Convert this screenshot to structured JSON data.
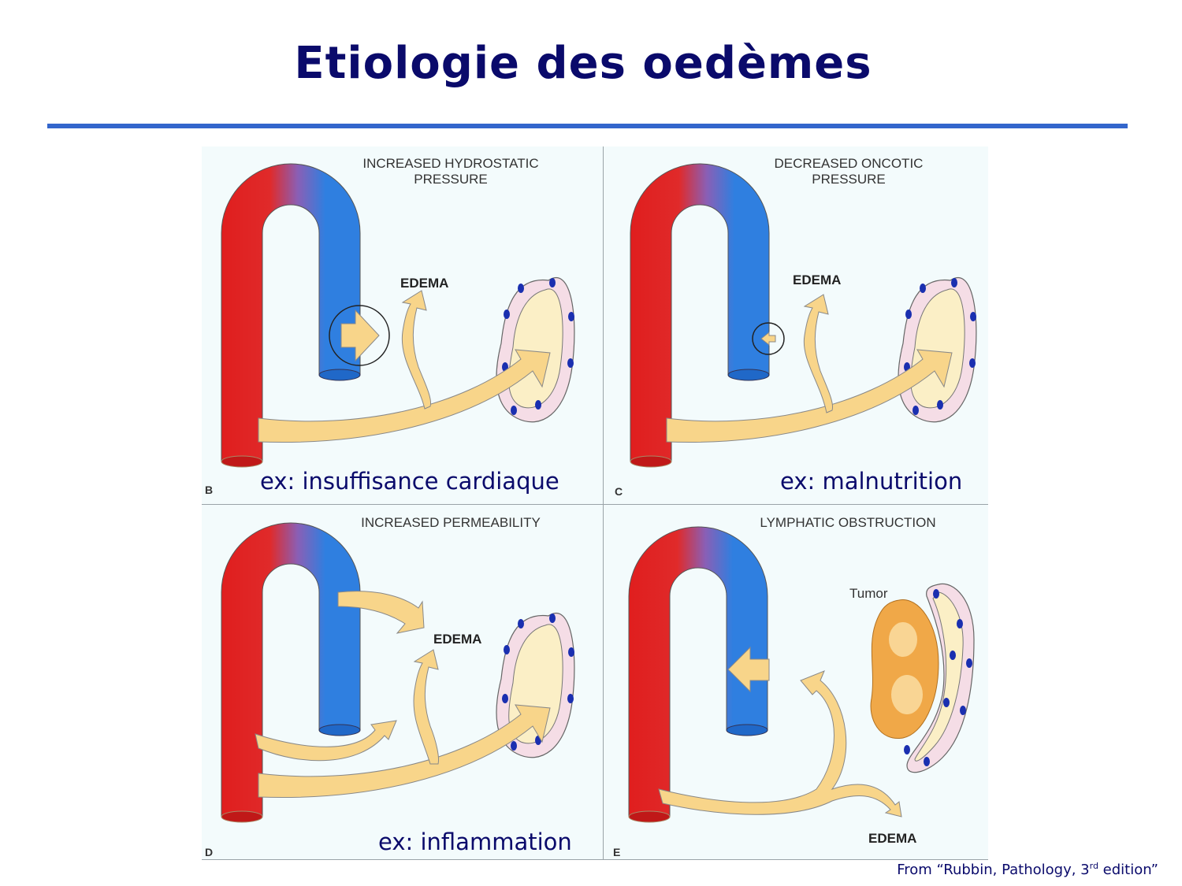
{
  "slide": {
    "title": "Etiologie des oedèmes",
    "rule_color": "#3366cc",
    "title_color": "#0a0a6b"
  },
  "panels": [
    {
      "letter": "B",
      "title_line1": "INCREASED HYDROSTATIC",
      "title_line2": "PRESSURE",
      "edema_label": "EDEMA",
      "example": "ex: insuffisance cardiaque"
    },
    {
      "letter": "C",
      "title_line1": "DECREASED ONCOTIC",
      "title_line2": "PRESSURE",
      "edema_label": "EDEMA",
      "example": "ex: malnutrition"
    },
    {
      "letter": "D",
      "title_line1": "INCREASED PERMEABILITY",
      "edema_label": "EDEMA",
      "example": "ex: inflammation"
    },
    {
      "letter": "E",
      "title_line1": "LYMPHATIC OBSTRUCTION",
      "tumor_label": "Tumor",
      "edema_label": "EDEMA"
    }
  ],
  "source": {
    "prefix": "From “Rubbin, Pathology, 3",
    "sup": "rd",
    "suffix": " edition”"
  },
  "colors": {
    "artery": "#e02020",
    "vein": "#2f7fe0",
    "flow_arrow": "#f8d58a",
    "lymphatic_wall": "#f5dde6",
    "lymphatic_nucleus": "#1a2fb0",
    "tumor": "#f0a848",
    "figure_bg": "#f3fbfc"
  }
}
